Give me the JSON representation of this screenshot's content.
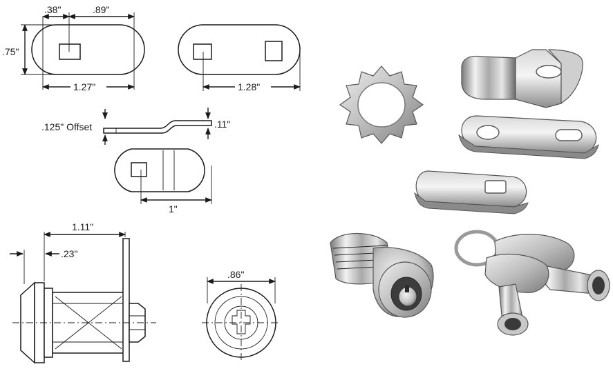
{
  "drawing": {
    "cam_straight": {
      "dim_top_left": ".38\"",
      "dim_top_right": ".89\"",
      "dim_height": ".75\"",
      "dim_length": "1.27\""
    },
    "cam_double": {
      "dim_length": "1.28\""
    },
    "cam_offset": {
      "offset_label": ".125\" Offset",
      "thickness_label": ".11\"",
      "dim_length": "1\""
    },
    "lock_side": {
      "dim_overall": "1.11\"",
      "dim_flange": ".23\""
    },
    "lock_front": {
      "dim_diameter": ".86\""
    }
  },
  "photos": {
    "items": [
      "star-lock-washer",
      "bent-cam",
      "double-slot-straight-cam",
      "single-slot-straight-cam",
      "tubular-cam-lock-cylinder",
      "tubular-keys-on-ring"
    ]
  },
  "colors": {
    "ink": "#1a1a1a",
    "metal_light": "#e8e8e8",
    "metal_mid": "#b8b8b8",
    "metal_dark": "#6f6f6f"
  }
}
